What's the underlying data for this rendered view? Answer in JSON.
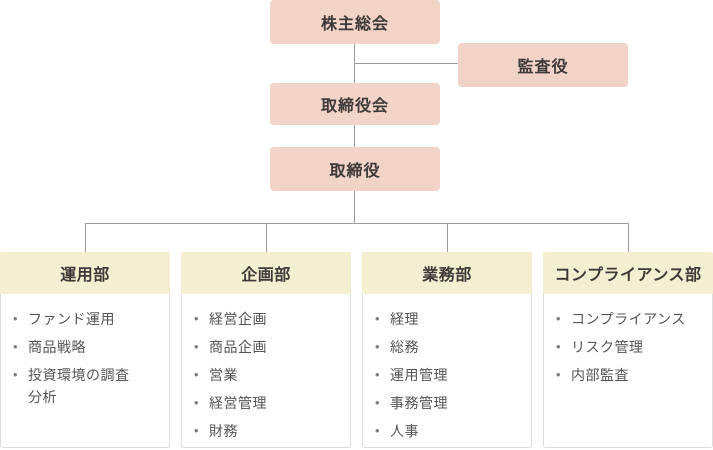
{
  "org_chart": {
    "bullet_glyph": "•",
    "colors": {
      "node_bg": "#f2d3c7",
      "dept_header_bg": "#f5efd2",
      "dept_body_border": "#dcdcdc",
      "connector_line": "#9b9b9b",
      "heading_text": "#3d3a39",
      "item_text": "#555555",
      "background": "#ffffff"
    },
    "nodes": {
      "shareholders": {
        "label": "株主総会"
      },
      "auditor": {
        "label": "監査役"
      },
      "board": {
        "label": "取締役会"
      },
      "directors": {
        "label": "取締役"
      }
    },
    "departments": [
      {
        "name": "運用部",
        "items": [
          "ファンド運用",
          "商品戦略",
          "投資環境の調査\n分析"
        ]
      },
      {
        "name": "企画部",
        "items": [
          "経営企画",
          "商品企画",
          "営業",
          "経営管理",
          "財務"
        ]
      },
      {
        "name": "業務部",
        "items": [
          "経理",
          "総務",
          "運用管理",
          "事務管理",
          "人事"
        ]
      },
      {
        "name": "コンプライアンス部",
        "items": [
          "コンプライアンス",
          "リスク管理",
          "内部監査"
        ]
      }
    ]
  }
}
